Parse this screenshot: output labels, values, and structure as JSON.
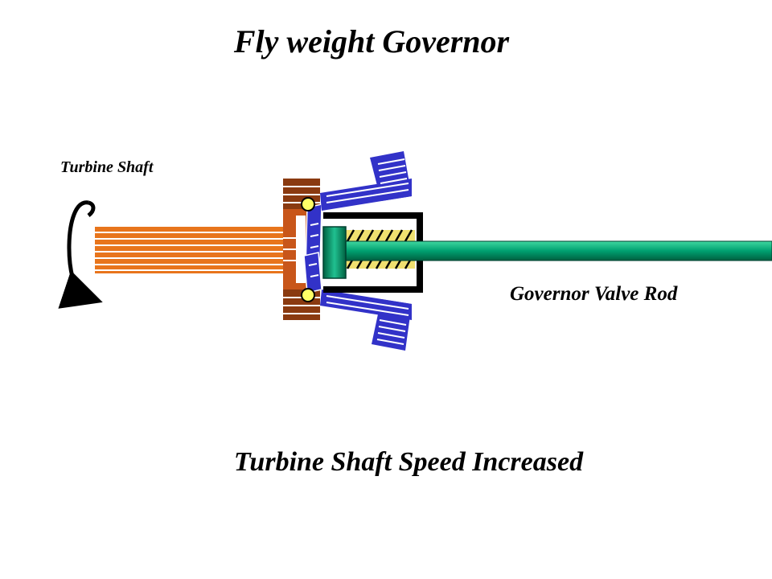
{
  "title": "Fly weight Governor",
  "labels": {
    "turbine_shaft": "Turbine Shaft",
    "valve_rod": "Governor Valve Rod"
  },
  "caption": "Turbine Shaft Speed Increased",
  "colors": {
    "shaft": "#e8751c",
    "hub": "#c8561a",
    "flyweight": "#3232c8",
    "rod": "#00a070",
    "spring": "#f0e070",
    "pivot": "#ffff66",
    "cup": "#000000"
  },
  "icons": {
    "rotation": "rotation-arrow-icon"
  }
}
